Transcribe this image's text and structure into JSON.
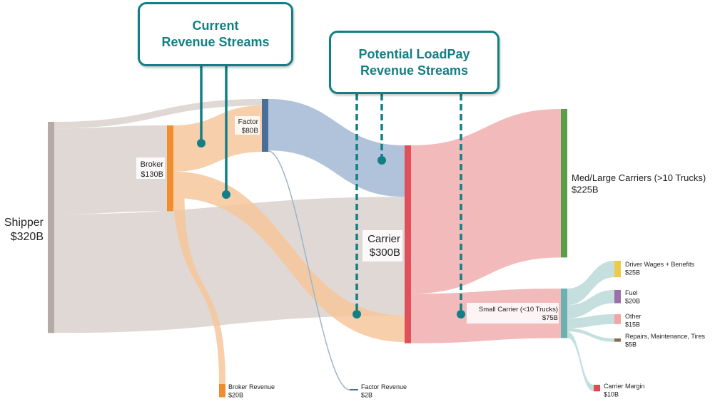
{
  "callouts": {
    "current": {
      "line1": "Current",
      "line2": "Revenue Streams"
    },
    "potential": {
      "line1": "Potential LoadPay",
      "line2": "Revenue Streams"
    }
  },
  "nodes": [
    {
      "id": "shipper",
      "name": "Shipper",
      "value": "$320B",
      "color": "#b4aaa6"
    },
    {
      "id": "broker",
      "name": "Broker",
      "value": "$130B",
      "color": "#f28d2e"
    },
    {
      "id": "factor",
      "name": "Factor",
      "value": "$80B",
      "color": "#4a6e9a"
    },
    {
      "id": "carrier",
      "name": "Carrier",
      "value": "$300B",
      "color": "#e0505a"
    },
    {
      "id": "broker_revenue",
      "name": "Broker Revenue",
      "value": "$20B",
      "color": "#f28d2e"
    },
    {
      "id": "factor_revenue",
      "name": "Factor Revenue",
      "value": "$2B",
      "color": "#4a6e9a"
    },
    {
      "id": "med_large",
      "name": "Med/Large Carriers (>10 Trucks)",
      "value": "$225B",
      "color": "#5a9e4c"
    },
    {
      "id": "small",
      "name": "Small Carrier (<10 Trucks)",
      "value": "$75B",
      "color": "#6cb0b2"
    },
    {
      "id": "driver_wages",
      "name": "Driver Wages + Benefits",
      "value": "$25B",
      "color": "#efc94a"
    },
    {
      "id": "fuel",
      "name": "Fuel",
      "value": "$20B",
      "color": "#9b6fa8"
    },
    {
      "id": "other",
      "name": "Other",
      "value": "$15B",
      "color": "#f4a3a6"
    },
    {
      "id": "repairs",
      "name": "Repairs, Maintenance, Tires",
      "value": "$5B",
      "color": "#8c6a4e"
    },
    {
      "id": "carrier_margin",
      "name": "Carrier Margin",
      "value": "$10B",
      "color": "#dd4a50"
    }
  ],
  "links": [
    {
      "source": "shipper",
      "target": "factor",
      "value": 10,
      "color": "#ddd4cf"
    },
    {
      "source": "shipper",
      "target": "broker",
      "value": 130,
      "color": "#ddd4cf"
    },
    {
      "source": "shipper",
      "target": "carrier",
      "value": 180,
      "color": "#ddd4cf"
    },
    {
      "source": "broker",
      "target": "factor",
      "value": 70,
      "color": "#f6c79b"
    },
    {
      "source": "broker",
      "target": "carrier",
      "value": 40,
      "color": "#f6c79b"
    },
    {
      "source": "broker",
      "target": "broker_revenue",
      "value": 20,
      "color": "#f6c79b"
    },
    {
      "source": "factor",
      "target": "carrier",
      "value": 78,
      "color": "#a9bdd6"
    },
    {
      "source": "factor",
      "target": "factor_revenue",
      "value": 2,
      "color": "#a9bdd6"
    },
    {
      "source": "carrier",
      "target": "med_large",
      "value": 225,
      "color": "#f1b2b3"
    },
    {
      "source": "carrier",
      "target": "small",
      "value": 75,
      "color": "#f1b2b3"
    },
    {
      "source": "small",
      "target": "driver_wages",
      "value": 25,
      "color": "#bfdcdc"
    },
    {
      "source": "small",
      "target": "fuel",
      "value": 20,
      "color": "#bfdcdc"
    },
    {
      "source": "small",
      "target": "other",
      "value": 15,
      "color": "#bfdcdc"
    },
    {
      "source": "small",
      "target": "repairs",
      "value": 5,
      "color": "#bfdcdc"
    },
    {
      "source": "small",
      "target": "carrier_margin",
      "value": 10,
      "color": "#bfdcdc"
    }
  ],
  "marker_color": "#137f84"
}
